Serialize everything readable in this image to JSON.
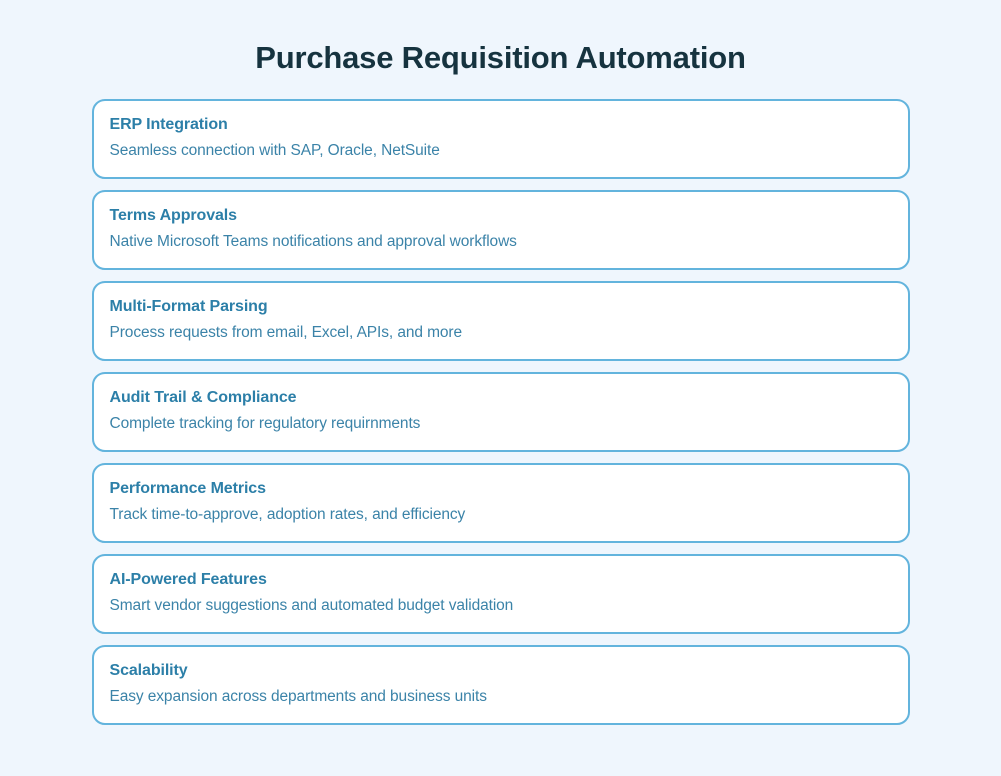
{
  "header": {
    "title": "Purchase Requisition Automation"
  },
  "theme": {
    "page_background": "#eff6fd",
    "card_background": "#ffffff",
    "card_border": "#63b4dd",
    "title_color": "#16333f",
    "card_title_color": "#2c7fa8",
    "card_desc_color": "#3b83a8"
  },
  "cards": [
    {
      "title": "ERP Integration",
      "description": "Seamless connection with SAP, Oracle, NetSuite"
    },
    {
      "title": "Terms Approvals",
      "description": "Native Microsoft Teams notifications and approval workflows"
    },
    {
      "title": "Multi-Format Parsing",
      "description": "Process requests from email, Excel, APIs, and more"
    },
    {
      "title": "Audit Trail & Compliance",
      "description": "Complete tracking for regulatory requirnments"
    },
    {
      "title": "Performance Metrics",
      "description": "Track time-to-approve, adoption rates, and efficiency"
    },
    {
      "title": "AI-Powered Features",
      "description": "Smart vendor suggestions and automated budget validation"
    },
    {
      "title": "Scalability",
      "description": "Easy expansion across departments and business units"
    }
  ]
}
